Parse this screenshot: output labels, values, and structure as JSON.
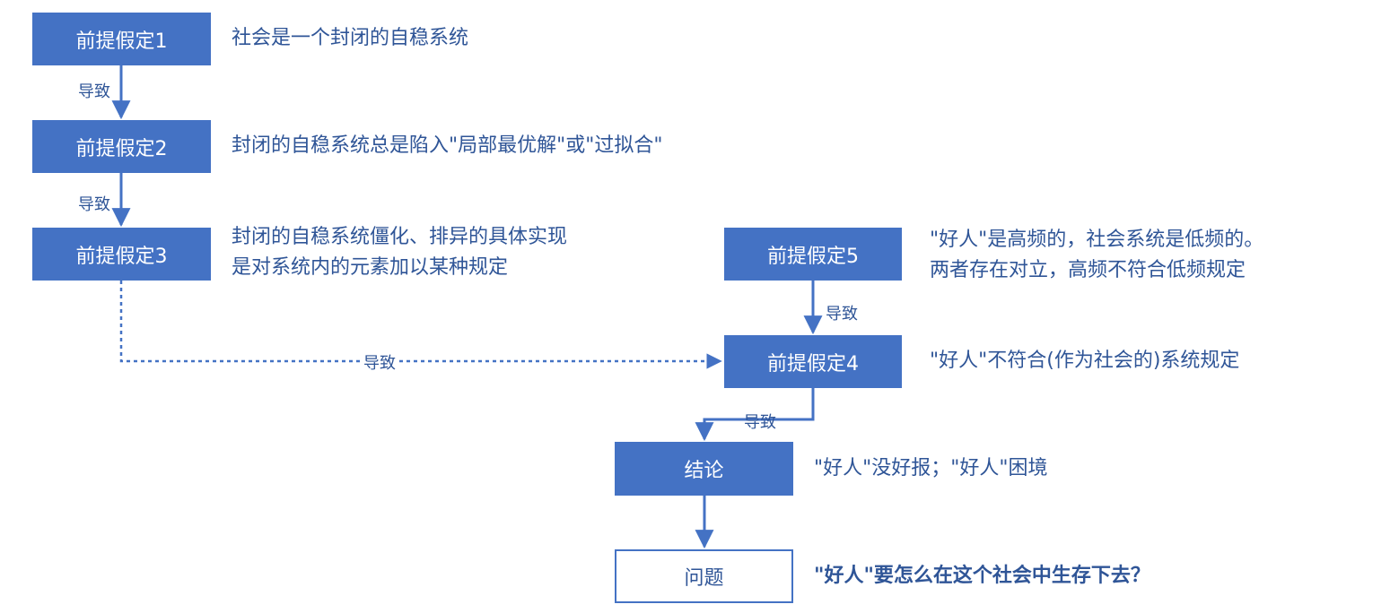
{
  "nodes": {
    "p1": {
      "label": "前提假定1",
      "desc": "社会是一个封闭的自稳系统"
    },
    "p2": {
      "label": "前提假定2",
      "desc": "封闭的自稳系统总是陷入\"局部最优解\"或\"过拟合\""
    },
    "p3": {
      "label": "前提假定3",
      "desc_line1": "封闭的自稳系统僵化、排异的具体实现",
      "desc_line2": "是对系统内的元素加以某种规定"
    },
    "p5": {
      "label": "前提假定5",
      "desc_line1": "\"好人\"是高频的，社会系统是低频的。",
      "desc_line2": "两者存在对立，高频不符合低频规定"
    },
    "p4": {
      "label": "前提假定4",
      "desc": "\"好人\"不符合(作为社会的)系统规定"
    },
    "conclusion": {
      "label": "结论",
      "desc": "\"好人\"没好报；\"好人\"困境"
    },
    "question": {
      "label": "问题",
      "desc": "\"好人\"要怎么在这个社会中生存下去？"
    }
  },
  "edge_label": "导致",
  "colors": {
    "box_fill": "#4472c4",
    "text": "#2f5597",
    "edge": "#4472c4"
  }
}
